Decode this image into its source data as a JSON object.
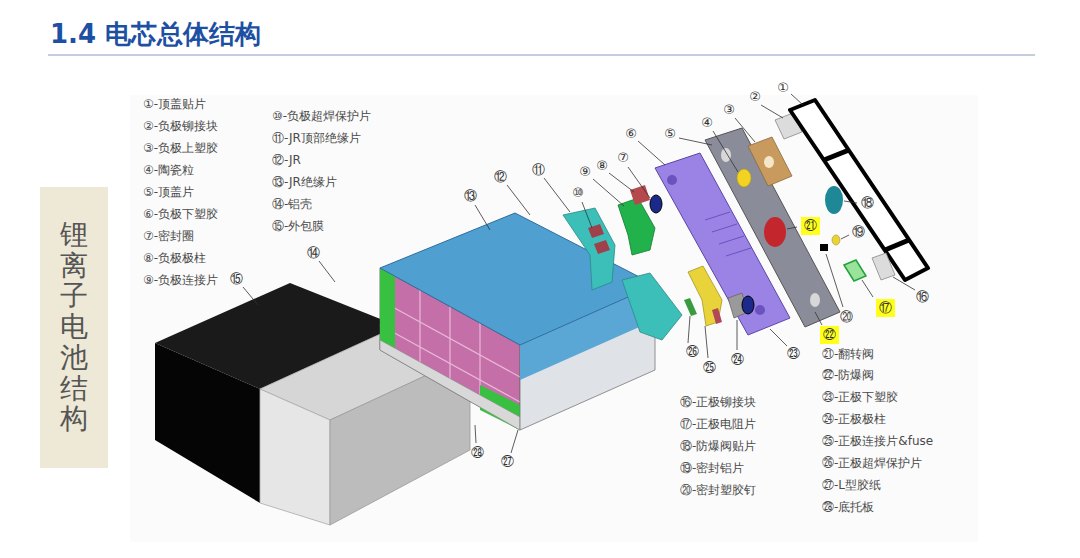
{
  "diagram": {
    "title": "1.4 电芯总体结构",
    "nodes": [
      {
        "text": [
          "锂离子电池结构"
        ]
      },
      {
        "text": [
          "㉑"
        ]
      },
      {
        "text": [
          "⑰"
        ]
      },
      {
        "text": [
          "㉒"
        ]
      }
    ],
    "labels": [
      "①-顶盖贴片",
      "②-负极铆接块",
      "③-负极上塑胶",
      "④-陶瓷粒",
      "⑤-顶盖片",
      "⑥-负极下塑胶",
      "⑦-密封圈",
      "⑧-负极极柱",
      "⑨-负极连接片",
      "⑩-负极超焊保护片",
      "⑪-JR顶部绝缘片",
      "⑫-JR",
      "⑬-JR绝缘片",
      "⑭-铝壳",
      "⑮-外包膜",
      "①",
      "②",
      "③",
      "④",
      "⑤",
      "⑥",
      "⑦",
      "⑧",
      "⑨",
      "⑩",
      "⑪",
      "⑫",
      "⑬",
      "⑭",
      "⑮",
      "⑯",
      "⑱",
      "⑲",
      "⑳",
      "㉓",
      "㉔",
      "㉕",
      "㉖",
      "㉗",
      "㉘",
      "⑯-正极铆接块",
      "⑰-正极电阻片",
      "⑱-防爆阀贴片",
      "⑲-密封铝片",
      "⑳-密封塑胶钉",
      "㉑-翻转阀",
      "㉒-防爆阀",
      "㉓-正极下塑胶",
      "㉔-正极极柱",
      "㉕-正极连接片&fuse",
      "㉖-正极超焊保护片",
      "㉗-L型胶纸",
      "㉘-底托板"
    ]
  }
}
